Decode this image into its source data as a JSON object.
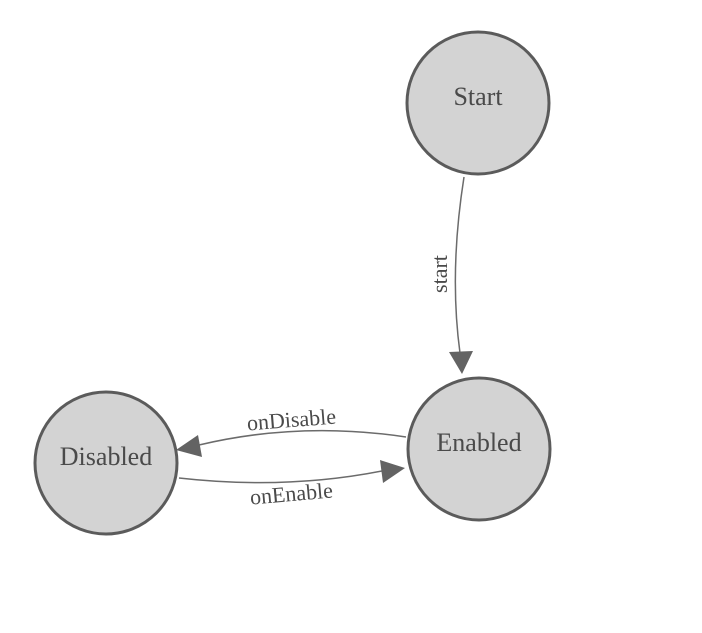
{
  "diagram": {
    "type": "state-machine",
    "nodes": [
      {
        "id": "start",
        "label": "Start"
      },
      {
        "id": "enabled",
        "label": "Enabled"
      },
      {
        "id": "disabled",
        "label": "Disabled"
      }
    ],
    "edges": [
      {
        "from": "Start",
        "to": "Enabled",
        "label": "start"
      },
      {
        "from": "Enabled",
        "to": "Disabled",
        "label": "onDisable"
      },
      {
        "from": "Disabled",
        "to": "Enabled",
        "label": "onEnable"
      }
    ],
    "colors": {
      "background": "#ffffff",
      "node_fill": "#d3d3d3",
      "node_stroke": "#5b5b5b",
      "edge_stroke": "#6b6b6b",
      "arrow_fill": "#636363",
      "label_text": "#4a4a4a"
    }
  }
}
